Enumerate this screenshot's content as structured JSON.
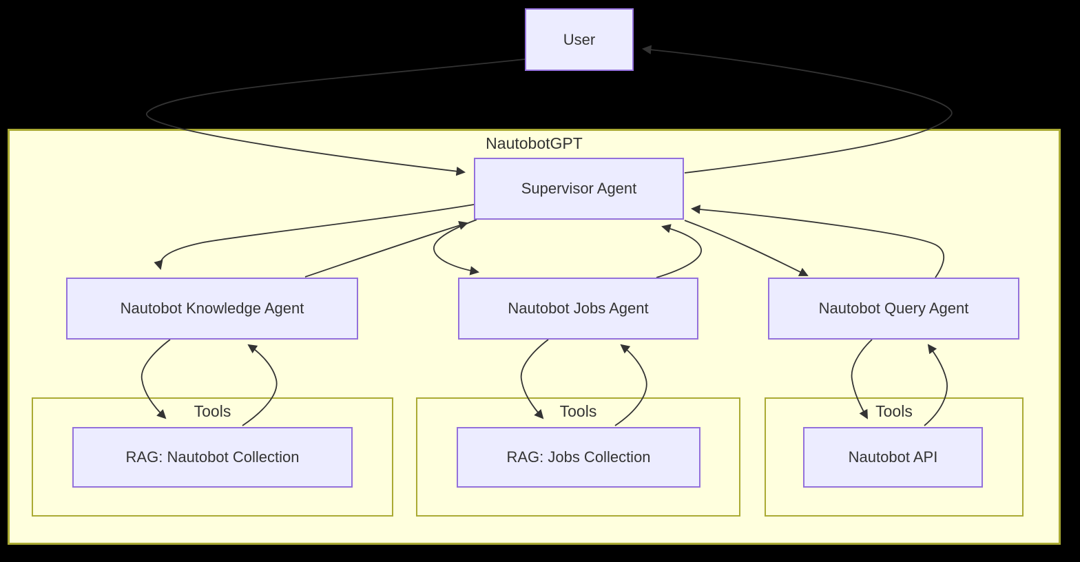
{
  "diagram": {
    "type": "flowchart",
    "background_color": "#000000",
    "colors": {
      "node_fill": "#ECECFF",
      "node_border": "#9370DB",
      "group_fill": "#FFFFDE",
      "group_border": "#AAAA33",
      "edge_color": "#333333",
      "text_color": "#333333"
    },
    "groups": {
      "outer": {
        "label": "NautobotGPT"
      },
      "tools_knowledge": {
        "label": "Tools"
      },
      "tools_jobs": {
        "label": "Tools"
      },
      "tools_query": {
        "label": "Tools"
      }
    },
    "nodes": {
      "user": {
        "label": "User"
      },
      "supervisor": {
        "label": "Supervisor Agent"
      },
      "knowledge_agent": {
        "label": "Nautobot Knowledge Agent"
      },
      "jobs_agent": {
        "label": "Nautobot Jobs Agent"
      },
      "query_agent": {
        "label": "Nautobot Query Agent"
      },
      "rag_nautobot": {
        "label": "RAG: Nautobot Collection"
      },
      "rag_jobs": {
        "label": "RAG: Jobs Collection"
      },
      "nautobot_api": {
        "label": "Nautobot API"
      }
    },
    "edges": [
      {
        "from": "User",
        "to": "Supervisor Agent"
      },
      {
        "from": "Supervisor Agent",
        "to": "User"
      },
      {
        "from": "Supervisor Agent",
        "to": "Nautobot Knowledge Agent"
      },
      {
        "from": "Nautobot Knowledge Agent",
        "to": "Supervisor Agent"
      },
      {
        "from": "Supervisor Agent",
        "to": "Nautobot Jobs Agent"
      },
      {
        "from": "Nautobot Jobs Agent",
        "to": "Supervisor Agent"
      },
      {
        "from": "Supervisor Agent",
        "to": "Nautobot Query Agent"
      },
      {
        "from": "Nautobot Query Agent",
        "to": "Supervisor Agent"
      },
      {
        "from": "Nautobot Knowledge Agent",
        "to": "RAG: Nautobot Collection"
      },
      {
        "from": "RAG: Nautobot Collection",
        "to": "Nautobot Knowledge Agent"
      },
      {
        "from": "Nautobot Jobs Agent",
        "to": "RAG: Jobs Collection"
      },
      {
        "from": "RAG: Jobs Collection",
        "to": "Nautobot Jobs Agent"
      },
      {
        "from": "Nautobot Query Agent",
        "to": "Nautobot API"
      },
      {
        "from": "Nautobot API",
        "to": "Nautobot Query Agent"
      }
    ]
  }
}
